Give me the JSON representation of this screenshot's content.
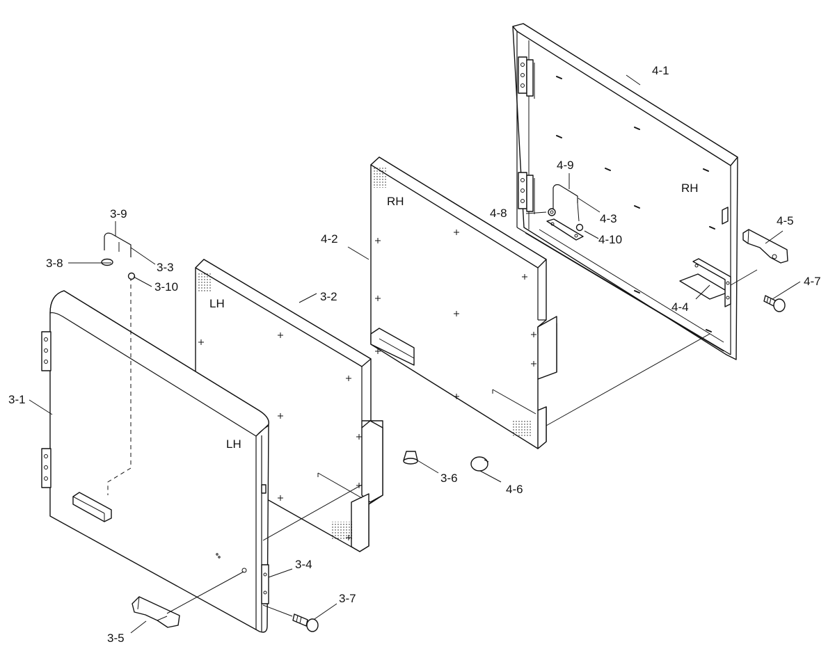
{
  "labels": {
    "p4_1": "4-1",
    "p4_2": "4-2",
    "p4_3": "4-3",
    "p4_4": "4-4",
    "p4_5": "4-5",
    "p4_6": "4-6",
    "p4_7": "4-7",
    "p4_8": "4-8",
    "p4_9": "4-9",
    "p4_10": "4-10",
    "p3_1": "3-1",
    "p3_2": "3-2",
    "p3_3": "3-3",
    "p3_4": "3-4",
    "p3_5": "3-5",
    "p3_6": "3-6",
    "p3_7": "3-7",
    "p3_8": "3-8",
    "p3_9": "3-9",
    "p3_10": "3-10"
  },
  "side_marks": {
    "rh_panel": "RH",
    "rh_insulation": "RH",
    "lh_insulation": "LH",
    "lh_panel": "LH"
  }
}
